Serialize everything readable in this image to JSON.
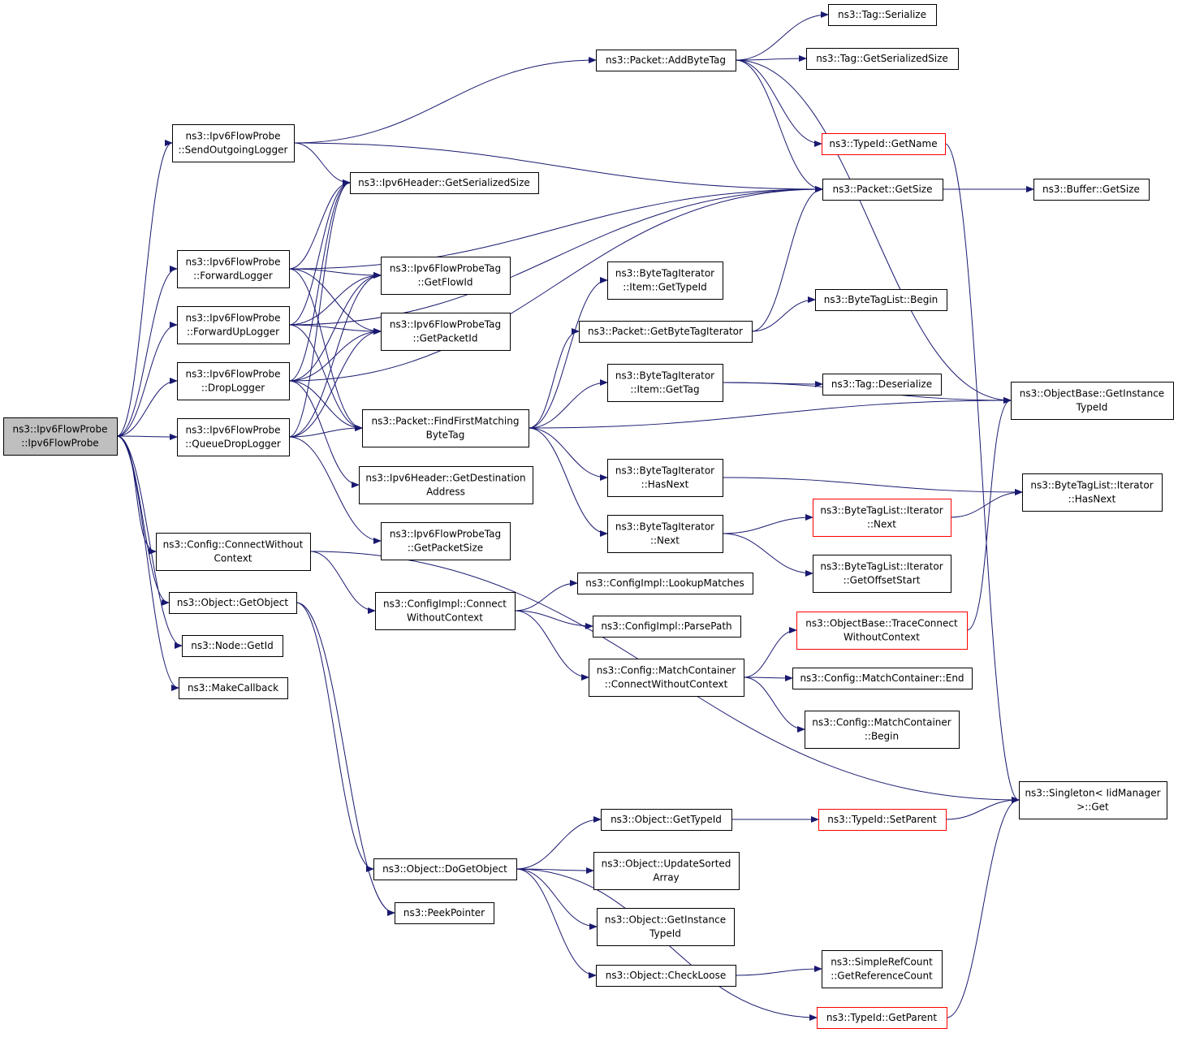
{
  "colors": {
    "edge": "#191970",
    "root_fill": "#bfbfbf",
    "highlight_border": "#ff0000"
  },
  "nodes": {
    "root": {
      "lines": [
        "ns3::Ipv6FlowProbe",
        "::Ipv6FlowProbe"
      ]
    },
    "send_outgoing_logger": {
      "lines": [
        "ns3::Ipv6FlowProbe",
        "::SendOutgoingLogger"
      ]
    },
    "forward_logger": {
      "lines": [
        "ns3::Ipv6FlowProbe",
        "::ForwardLogger"
      ]
    },
    "forward_up_logger": {
      "lines": [
        "ns3::Ipv6FlowProbe",
        "::ForwardUpLogger"
      ]
    },
    "drop_logger": {
      "lines": [
        "ns3::Ipv6FlowProbe",
        "::DropLogger"
      ]
    },
    "queue_drop_logger": {
      "lines": [
        "ns3::Ipv6FlowProbe",
        "::QueueDropLogger"
      ]
    },
    "config_connect_without_context": {
      "lines": [
        "ns3::Config::ConnectWithout",
        "Context"
      ]
    },
    "object_get_object": {
      "lines": [
        "ns3::Object::GetObject"
      ]
    },
    "node_get_id": {
      "lines": [
        "ns3::Node::GetId"
      ]
    },
    "make_callback": {
      "lines": [
        "ns3::MakeCallback"
      ]
    },
    "packet_add_byte_tag": {
      "lines": [
        "ns3::Packet::AddByteTag"
      ]
    },
    "ipv6_header_get_serialized_size": {
      "lines": [
        "ns3::Ipv6Header::GetSerializedSize"
      ]
    },
    "flow_probe_tag_get_flow_id": {
      "lines": [
        "ns3::Ipv6FlowProbeTag",
        "::GetFlowId"
      ]
    },
    "flow_probe_tag_get_packet_id": {
      "lines": [
        "ns3::Ipv6FlowProbeTag",
        "::GetPacketId"
      ]
    },
    "packet_find_first_matching_byte_tag": {
      "lines": [
        "ns3::Packet::FindFirstMatching",
        "ByteTag"
      ]
    },
    "ipv6_header_get_destination_address": {
      "lines": [
        "ns3::Ipv6Header::GetDestination",
        "Address"
      ]
    },
    "flow_probe_tag_get_packet_size": {
      "lines": [
        "ns3::Ipv6FlowProbeTag",
        "::GetPacketSize"
      ]
    },
    "configimpl_connect_without_context": {
      "lines": [
        "ns3::ConfigImpl::Connect",
        "WithoutContext"
      ]
    },
    "object_do_get_object": {
      "lines": [
        "ns3::Object::DoGetObject"
      ]
    },
    "peek_pointer": {
      "lines": [
        "ns3::PeekPointer"
      ]
    },
    "byte_tag_iterator_item_get_type_id": {
      "lines": [
        "ns3::ByteTagIterator",
        "::Item::GetTypeId"
      ]
    },
    "packet_get_byte_tag_iterator": {
      "lines": [
        "ns3::Packet::GetByteTagIterator"
      ]
    },
    "byte_tag_iterator_item_get_tag": {
      "lines": [
        "ns3::ByteTagIterator",
        "::Item::GetTag"
      ]
    },
    "byte_tag_iterator_has_next": {
      "lines": [
        "ns3::ByteTagIterator",
        "::HasNext"
      ]
    },
    "byte_tag_iterator_next": {
      "lines": [
        "ns3::ByteTagIterator",
        "::Next"
      ]
    },
    "configimpl_lookup_matches": {
      "lines": [
        "ns3::ConfigImpl::LookupMatches"
      ]
    },
    "configimpl_parse_path": {
      "lines": [
        "ns3::ConfigImpl::ParsePath"
      ]
    },
    "match_container_connect_without_context": {
      "lines": [
        "ns3::Config::MatchContainer",
        "::ConnectWithoutContext"
      ]
    },
    "object_get_type_id": {
      "lines": [
        "ns3::Object::GetTypeId"
      ]
    },
    "object_update_sorted_array": {
      "lines": [
        "ns3::Object::UpdateSorted",
        "Array"
      ]
    },
    "object_get_instance_type_id": {
      "lines": [
        "ns3::Object::GetInstance",
        "TypeId"
      ]
    },
    "object_check_loose": {
      "lines": [
        "ns3::Object::CheckLoose"
      ]
    },
    "tag_serialize": {
      "lines": [
        "ns3::Tag::Serialize"
      ]
    },
    "tag_get_serialized_size": {
      "lines": [
        "ns3::Tag::GetSerializedSize"
      ]
    },
    "type_id_get_name": {
      "lines": [
        "ns3::TypeId::GetName"
      ]
    },
    "packet_get_size": {
      "lines": [
        "ns3::Packet::GetSize"
      ]
    },
    "byte_tag_list_begin": {
      "lines": [
        "ns3::ByteTagList::Begin"
      ]
    },
    "tag_deserialize": {
      "lines": [
        "ns3::Tag::Deserialize"
      ]
    },
    "byte_tag_list_iterator_next": {
      "lines": [
        "ns3::ByteTagList::Iterator",
        "::Next"
      ]
    },
    "byte_tag_list_iterator_get_offset_start": {
      "lines": [
        "ns3::ByteTagList::Iterator",
        "::GetOffsetStart"
      ]
    },
    "object_base_trace_connect_without_context": {
      "lines": [
        "ns3::ObjectBase::TraceConnect",
        "WithoutContext"
      ]
    },
    "match_container_end": {
      "lines": [
        "ns3::Config::MatchContainer::End"
      ]
    },
    "match_container_begin": {
      "lines": [
        "ns3::Config::MatchContainer",
        "::Begin"
      ]
    },
    "type_id_set_parent": {
      "lines": [
        "ns3::TypeId::SetParent"
      ]
    },
    "simple_ref_count_get_reference_count": {
      "lines": [
        "ns3::SimpleRefCount",
        "::GetReferenceCount"
      ]
    },
    "type_id_get_parent": {
      "lines": [
        "ns3::TypeId::GetParent"
      ]
    },
    "buffer_get_size": {
      "lines": [
        "ns3::Buffer::GetSize"
      ]
    },
    "object_base_get_instance_type_id": {
      "lines": [
        "ns3::ObjectBase::GetInstance",
        "TypeId"
      ]
    },
    "byte_tag_list_iterator_has_next": {
      "lines": [
        "ns3::ByteTagList::Iterator",
        "::HasNext"
      ]
    },
    "singleton_iid_manager_get": {
      "lines": [
        "ns3::Singleton< IidManager",
        ">::Get"
      ]
    }
  },
  "edges": [
    [
      "root",
      "send_outgoing_logger"
    ],
    [
      "root",
      "forward_logger"
    ],
    [
      "root",
      "forward_up_logger"
    ],
    [
      "root",
      "drop_logger"
    ],
    [
      "root",
      "queue_drop_logger"
    ],
    [
      "root",
      "config_connect_without_context"
    ],
    [
      "root",
      "object_get_object"
    ],
    [
      "root",
      "node_get_id"
    ],
    [
      "root",
      "make_callback"
    ],
    [
      "send_outgoing_logger",
      "packet_add_byte_tag"
    ],
    [
      "send_outgoing_logger",
      "ipv6_header_get_serialized_size"
    ],
    [
      "send_outgoing_logger",
      "packet_get_size"
    ],
    [
      "forward_logger",
      "ipv6_header_get_serialized_size"
    ],
    [
      "forward_logger",
      "flow_probe_tag_get_flow_id"
    ],
    [
      "forward_logger",
      "flow_probe_tag_get_packet_id"
    ],
    [
      "forward_logger",
      "packet_find_first_matching_byte_tag"
    ],
    [
      "forward_logger",
      "packet_get_size"
    ],
    [
      "forward_up_logger",
      "ipv6_header_get_serialized_size"
    ],
    [
      "forward_up_logger",
      "flow_probe_tag_get_flow_id"
    ],
    [
      "forward_up_logger",
      "flow_probe_tag_get_packet_id"
    ],
    [
      "forward_up_logger",
      "packet_find_first_matching_byte_tag"
    ],
    [
      "forward_up_logger",
      "packet_get_size"
    ],
    [
      "drop_logger",
      "ipv6_header_get_serialized_size"
    ],
    [
      "drop_logger",
      "flow_probe_tag_get_flow_id"
    ],
    [
      "drop_logger",
      "flow_probe_tag_get_packet_id"
    ],
    [
      "drop_logger",
      "packet_find_first_matching_byte_tag"
    ],
    [
      "drop_logger",
      "ipv6_header_get_destination_address"
    ],
    [
      "drop_logger",
      "packet_get_size"
    ],
    [
      "queue_drop_logger",
      "flow_probe_tag_get_flow_id"
    ],
    [
      "queue_drop_logger",
      "flow_probe_tag_get_packet_id"
    ],
    [
      "queue_drop_logger",
      "packet_find_first_matching_byte_tag"
    ],
    [
      "queue_drop_logger",
      "flow_probe_tag_get_packet_size"
    ],
    [
      "queue_drop_logger",
      "ipv6_header_get_serialized_size"
    ],
    [
      "config_connect_without_context",
      "configimpl_connect_without_context"
    ],
    [
      "config_connect_without_context",
      "singleton_iid_manager_get"
    ],
    [
      "object_get_object",
      "object_do_get_object"
    ],
    [
      "object_get_object",
      "peek_pointer"
    ],
    [
      "packet_add_byte_tag",
      "tag_serialize"
    ],
    [
      "packet_add_byte_tag",
      "tag_get_serialized_size"
    ],
    [
      "packet_add_byte_tag",
      "type_id_get_name"
    ],
    [
      "packet_add_byte_tag",
      "packet_get_size"
    ],
    [
      "packet_add_byte_tag",
      "object_base_get_instance_type_id"
    ],
    [
      "packet_find_first_matching_byte_tag",
      "packet_get_byte_tag_iterator"
    ],
    [
      "packet_find_first_matching_byte_tag",
      "byte_tag_iterator_item_get_type_id"
    ],
    [
      "packet_find_first_matching_byte_tag",
      "byte_tag_iterator_item_get_tag"
    ],
    [
      "packet_find_first_matching_byte_tag",
      "byte_tag_iterator_has_next"
    ],
    [
      "packet_find_first_matching_byte_tag",
      "byte_tag_iterator_next"
    ],
    [
      "packet_find_first_matching_byte_tag",
      "object_base_get_instance_type_id"
    ],
    [
      "packet_get_byte_tag_iterator",
      "byte_tag_list_begin"
    ],
    [
      "packet_get_byte_tag_iterator",
      "packet_get_size"
    ],
    [
      "byte_tag_iterator_item_get_tag",
      "tag_deserialize"
    ],
    [
      "byte_tag_iterator_item_get_tag",
      "object_base_get_instance_type_id"
    ],
    [
      "byte_tag_iterator_has_next",
      "byte_tag_list_iterator_has_next"
    ],
    [
      "byte_tag_iterator_next",
      "byte_tag_list_iterator_next"
    ],
    [
      "byte_tag_iterator_next",
      "byte_tag_list_iterator_get_offset_start"
    ],
    [
      "byte_tag_list_iterator_next",
      "byte_tag_list_iterator_has_next"
    ],
    [
      "configimpl_connect_without_context",
      "configimpl_lookup_matches"
    ],
    [
      "configimpl_connect_without_context",
      "configimpl_parse_path"
    ],
    [
      "configimpl_connect_without_context",
      "match_container_connect_without_context"
    ],
    [
      "match_container_connect_without_context",
      "object_base_trace_connect_without_context"
    ],
    [
      "match_container_connect_without_context",
      "match_container_end"
    ],
    [
      "match_container_connect_without_context",
      "match_container_begin"
    ],
    [
      "object_base_trace_connect_without_context",
      "object_base_get_instance_type_id"
    ],
    [
      "object_do_get_object",
      "object_get_type_id"
    ],
    [
      "object_do_get_object",
      "object_update_sorted_array"
    ],
    [
      "object_do_get_object",
      "object_get_instance_type_id"
    ],
    [
      "object_do_get_object",
      "object_check_loose"
    ],
    [
      "object_do_get_object",
      "type_id_get_parent"
    ],
    [
      "object_get_type_id",
      "type_id_set_parent"
    ],
    [
      "object_check_loose",
      "simple_ref_count_get_reference_count"
    ],
    [
      "type_id_set_parent",
      "singleton_iid_manager_get"
    ],
    [
      "type_id_get_parent",
      "singleton_iid_manager_get"
    ],
    [
      "type_id_get_name",
      "singleton_iid_manager_get"
    ],
    [
      "packet_get_size",
      "buffer_get_size"
    ]
  ]
}
